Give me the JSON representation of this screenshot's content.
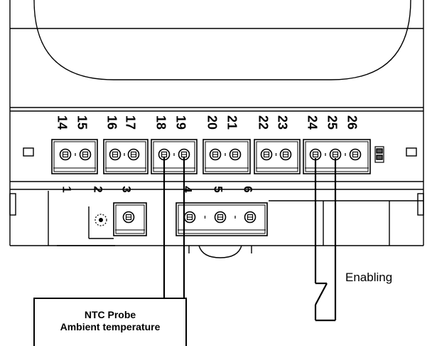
{
  "upper_terminals": [
    {
      "a": "14",
      "b": "15"
    },
    {
      "a": "16",
      "b": "17"
    },
    {
      "a": "18",
      "b": "19"
    },
    {
      "a": "20",
      "b": "21"
    },
    {
      "a": "22",
      "b": "23"
    },
    {
      "a": "24",
      "b": "25",
      "c": "26"
    }
  ],
  "lower_terminals": [
    {
      "a": "1",
      "b": "2",
      "c": "3"
    },
    {
      "a": "4",
      "b": "5",
      "c": "6"
    }
  ],
  "probe_label": {
    "line1": "NTC Probe",
    "line2": "Ambient temperature"
  },
  "enabling_label": "Enabling"
}
